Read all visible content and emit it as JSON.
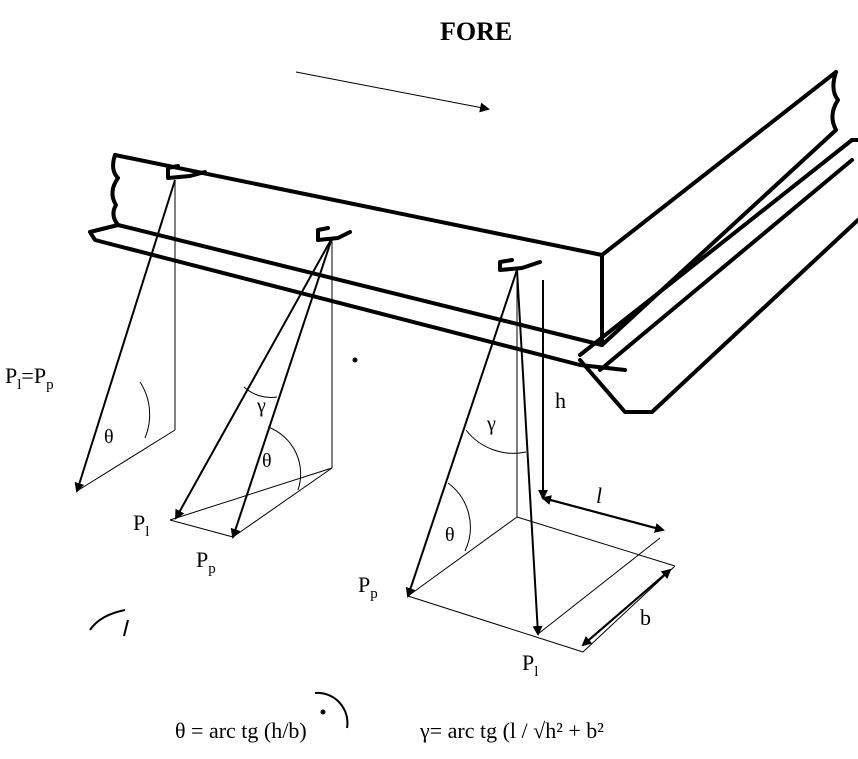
{
  "title": "FORE",
  "labels": {
    "left_eq_main": "P",
    "left_eq_sub1": "l",
    "left_eq_mid": "=P",
    "left_eq_sub2": "p",
    "theta": "θ",
    "gamma": "γ",
    "p_main": "P",
    "sub_l": "l",
    "sub_p": "p",
    "h": "h",
    "l": "l",
    "b": "b"
  },
  "formulas": {
    "theta_eq": "θ = arc tg (h/b)",
    "gamma_eq": "γ= arc tg (l / √h² + b²"
  },
  "colors": {
    "ink": "#000000",
    "background": "#ffffff"
  }
}
